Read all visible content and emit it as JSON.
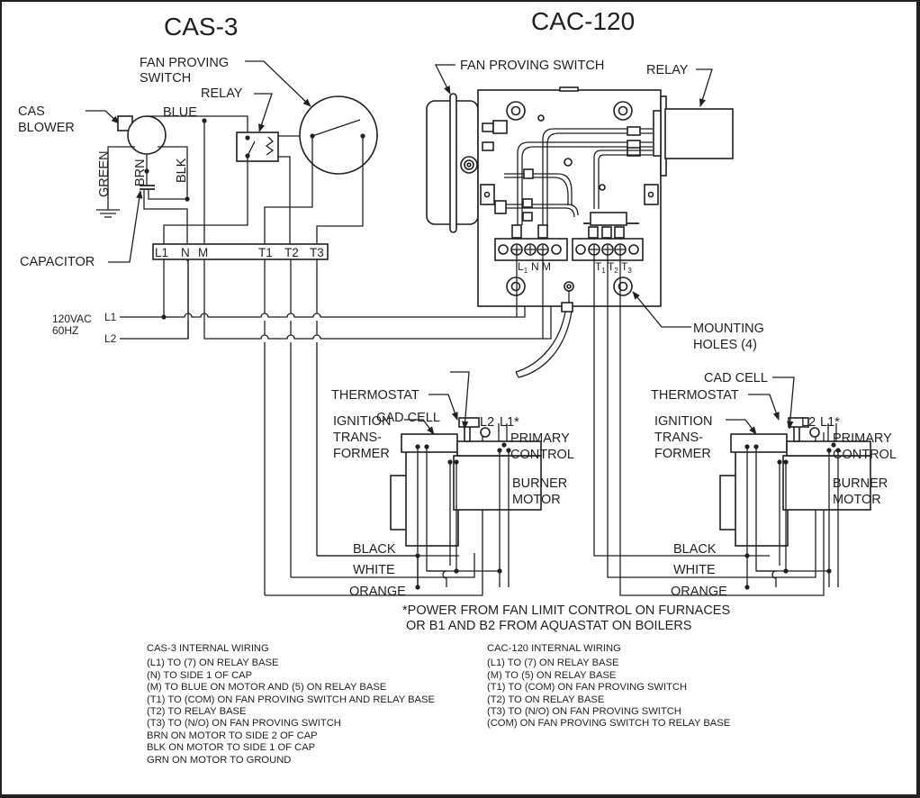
{
  "titles": {
    "cas3": "CAS-3",
    "cac120": "CAC-120"
  },
  "cas3_labels": {
    "fan_proving_switch_line1": "FAN PROVING",
    "fan_proving_switch_line2": "SWITCH",
    "relay": "RELAY",
    "cas_blower_line1": "CAS",
    "cas_blower_line2": "BLOWER",
    "blue": "BLUE",
    "green": "GREEN",
    "brn": "BRN",
    "blk": "BLK",
    "capacitor": "CAPACITOR",
    "terminals": [
      "L1",
      "N",
      "M",
      "T1",
      "T2",
      "T3"
    ]
  },
  "supply": {
    "voltage_line1": "120VAC",
    "voltage_line2": "60HZ",
    "l1": "L1",
    "l2": "L2"
  },
  "cac120_labels": {
    "fan_proving_switch": "FAN PROVING SWITCH",
    "relay": "RELAY",
    "mounting_holes_line1": "MOUNTING",
    "mounting_holes_line2": "HOLES (4)",
    "terminals_left": [
      {
        "main": "L",
        "sub": "1"
      },
      {
        "main": "N",
        "sub": ""
      },
      {
        "main": "M",
        "sub": ""
      }
    ],
    "terminals_right": [
      {
        "main": "T",
        "sub": "1"
      },
      {
        "main": "T",
        "sub": "2"
      },
      {
        "main": "T",
        "sub": "3"
      }
    ]
  },
  "burner_labels": {
    "cad_cell": "CAD CELL",
    "thermostat": "THERMOSTAT",
    "ignition_line1": "IGNITION",
    "ignition_line2": "TRANS-",
    "ignition_line3": "FORMER",
    "l2": "L2",
    "l1_star": "L1*",
    "primary_line1": "PRIMARY",
    "primary_line2": "CONTROL",
    "burner_line1": "BURNER",
    "burner_line2": "MOTOR",
    "black": "BLACK",
    "white": "WHITE",
    "orange": "ORANGE"
  },
  "footnote": {
    "line1": "*POWER FROM FAN LIMIT CONTROL ON FURNACES",
    "line2": "OR B1 AND B2 FROM AQUASTAT ON BOILERS"
  },
  "cas3_internal_wiring": {
    "heading": "CAS-3 INTERNAL WIRING",
    "lines": [
      "(L1) TO (7)   ON RELAY BASE",
      "(N) TO SIDE 1 OF CAP",
      "(M)  TO BLUE ON MOTOR AND  (5) ON RELAY BASE",
      "(T1) TO (COM) ON FAN PROVING SWITCH AND RELAY BASE",
      "(T2) TO RELAY BASE",
      "(T3) TO (N/O) ON FAN PROVING SWITCH",
      "BRN ON MOTOR TO SIDE 2 OF CAP",
      "BLK ON MOTOR TO SIDE 1 OF CAP",
      "GRN ON MOTOR TO GROUND"
    ]
  },
  "cac120_internal_wiring": {
    "heading": "CAC-120 INTERNAL WIRING",
    "lines": [
      "(L1) TO (7) ON RELAY BASE",
      "(M)  TO (5) ON RELAY BASE",
      "(T1) TO (COM) ON FAN PROVING SWITCH",
      "(T2) TO ON RELAY BASE",
      "(T3) TO (N/O) ON FAN PROVING SWITCH",
      "(COM) ON FAN PROVING SWITCH TO RELAY BASE"
    ]
  }
}
